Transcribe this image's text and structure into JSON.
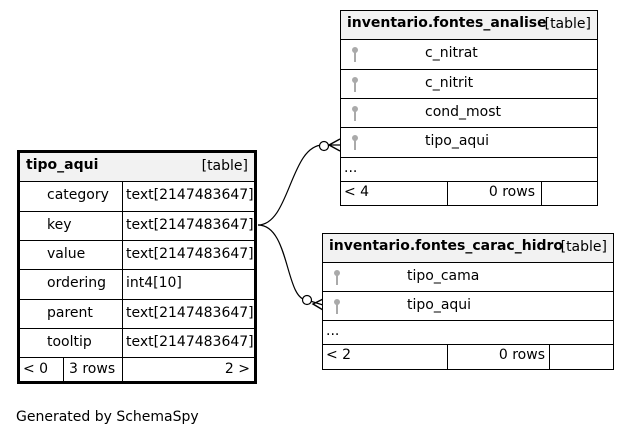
{
  "footer": {
    "generated_by": "Generated by SchemaSpy"
  },
  "tipo_aqui": {
    "name": "tipo_aqui",
    "kind": "[table]",
    "columns": [
      {
        "name": "category",
        "type": "text[2147483647]"
      },
      {
        "name": "key",
        "type": "text[2147483647]"
      },
      {
        "name": "value",
        "type": "text[2147483647]"
      },
      {
        "name": "ordering",
        "type": "int4[10]"
      },
      {
        "name": "parent",
        "type": "text[2147483647]"
      },
      {
        "name": "tooltip",
        "type": "text[2147483647]"
      }
    ],
    "footer": {
      "left": "< 0",
      "rows": "3 rows",
      "right": "2 >"
    }
  },
  "fontes_analise": {
    "name": "inventario.fontes_analise",
    "kind": "[table]",
    "columns": [
      "c_nitrat",
      "c_nitrit",
      "cond_most",
      "tipo_aqui"
    ],
    "more": "...",
    "footer": {
      "left": "< 4",
      "rows": "0 rows"
    }
  },
  "fontes_carac_hidro": {
    "name": "inventario.fontes_carac_hidro",
    "kind": "[table]",
    "columns": [
      "tipo_cama",
      "tipo_aqui"
    ],
    "more": "...",
    "footer": {
      "left": "< 2",
      "rows": "0 rows"
    }
  },
  "colors": {
    "border": "#000000",
    "header_bg": "#f2f2f2",
    "key_icon": "#999999"
  },
  "icons": {
    "column_key": "key-icon",
    "relation_end": "crows-foot-zero-many"
  }
}
